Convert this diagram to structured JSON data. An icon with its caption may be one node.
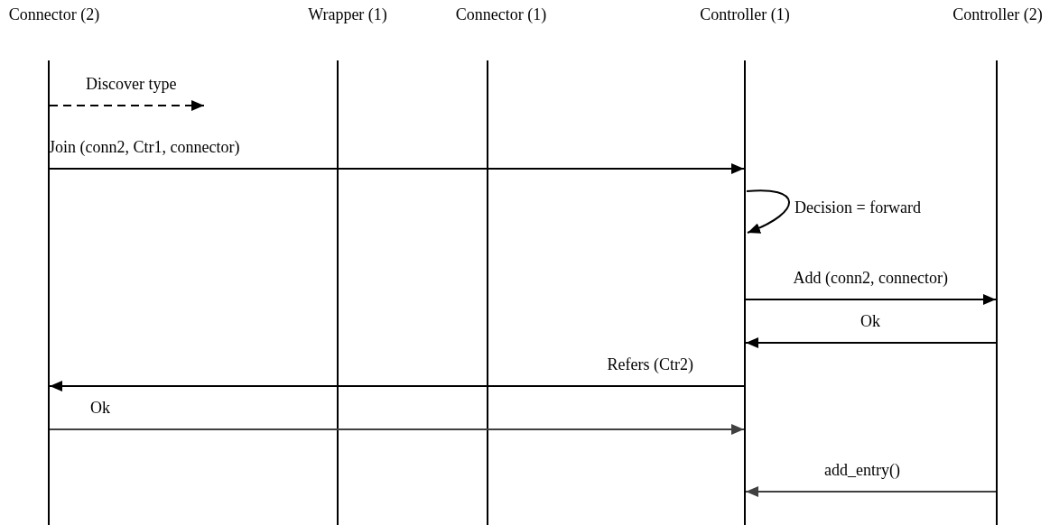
{
  "diagram": {
    "nodes": [
      {
        "text": [
          "Connector (2)"
        ]
      },
      {
        "text": [
          "Wrapper (1)"
        ]
      },
      {
        "text": [
          "Connector (1)"
        ]
      },
      {
        "text": [
          "Controller (1)"
        ]
      },
      {
        "text": [
          "Controller (2)"
        ]
      }
    ],
    "edges": [
      {
        "from": 0,
        "to": null,
        "arrow": "to",
        "label": "Discover type",
        "style": "dashed"
      },
      {
        "from": 0,
        "to": 3,
        "arrow": "to",
        "label": "Join (conn2, Ctr1, connector)"
      },
      {
        "from": 3,
        "to": 3,
        "arrow": "to",
        "label": "Decision = forward"
      },
      {
        "from": 3,
        "to": 4,
        "arrow": "to",
        "label": "Add (conn2, connector)"
      },
      {
        "from": 4,
        "to": 3,
        "arrow": "to",
        "label": "Ok"
      },
      {
        "from": 3,
        "to": 0,
        "arrow": "to",
        "label": "Refers (Ctr2)"
      },
      {
        "from": 0,
        "to": 3,
        "arrow": "to",
        "label": "Ok",
        "color": "#404040"
      },
      {
        "from": 4,
        "to": 3,
        "arrow": "to",
        "label": "add_entry()",
        "color": "#404040"
      }
    ]
  }
}
